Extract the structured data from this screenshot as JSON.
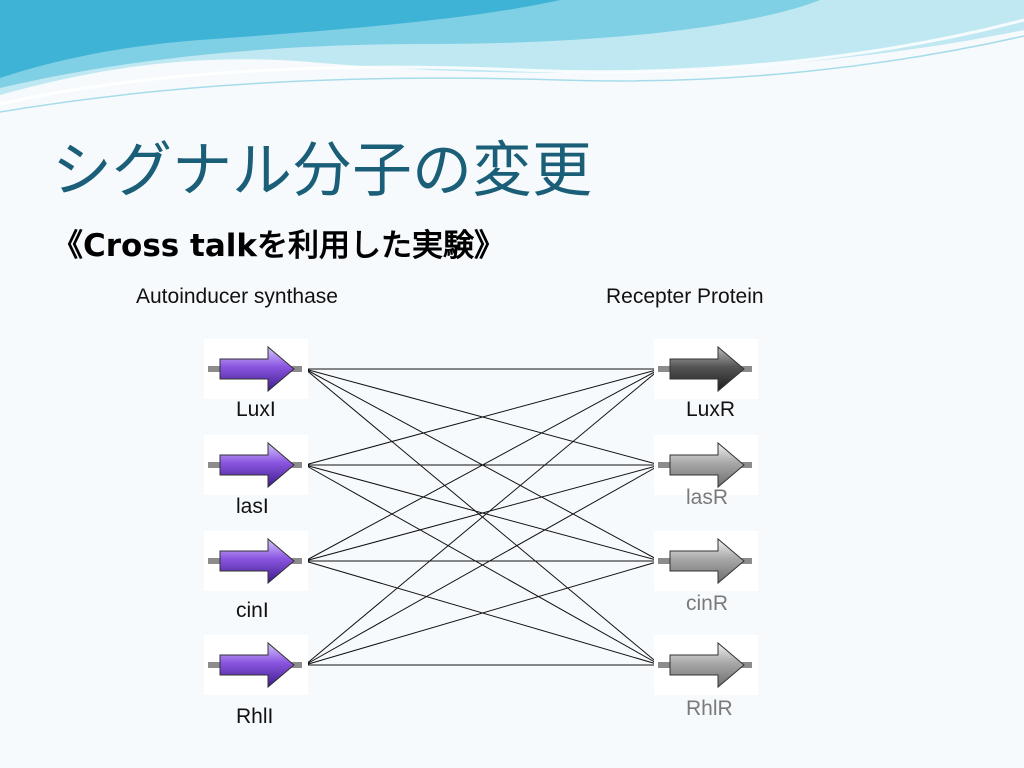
{
  "slide": {
    "title": "シグナル分子の変更",
    "subtitle": "《Cross talkを利用した実験》"
  },
  "columns": {
    "left_header": "Autoinducer synthase",
    "right_header": "Recepter Protein"
  },
  "synthases": [
    {
      "label": "LuxI",
      "color": "#8a55e0"
    },
    {
      "label": "lasI",
      "color": "#8a55e0"
    },
    {
      "label": "cinI",
      "color": "#8a55e0"
    },
    {
      "label": "RhlI",
      "color": "#8a55e0"
    }
  ],
  "receptors": [
    {
      "label": "LuxR",
      "color": "#555555"
    },
    {
      "label": "lasR",
      "color": "#a8a8a8"
    },
    {
      "label": "cinR",
      "color": "#a8a8a8"
    },
    {
      "label": "RhlR",
      "color": "#a8a8a8"
    }
  ],
  "colors": {
    "title": "#1a5e78",
    "wave_light": "#bfe8f2",
    "wave_mid": "#7fd0e4",
    "wave_dark": "#3fb3d6"
  }
}
